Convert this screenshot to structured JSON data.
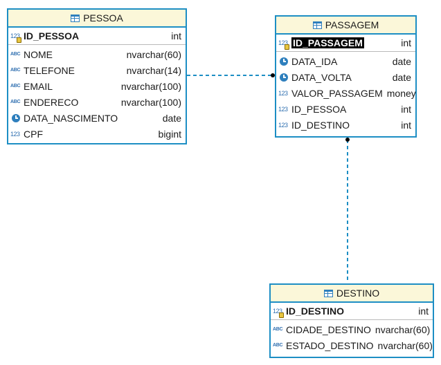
{
  "entities": {
    "pessoa": {
      "title": "PESSOA",
      "pk": {
        "name": "ID_PESSOA",
        "type": "int",
        "icon": "key-number-icon"
      },
      "columns": [
        {
          "name": "NOME",
          "type": "nvarchar(60)",
          "icon": "abc"
        },
        {
          "name": "TELEFONE",
          "type": "nvarchar(14)",
          "icon": "abc"
        },
        {
          "name": "EMAIL",
          "type": "nvarchar(100)",
          "icon": "abc"
        },
        {
          "name": "ENDERECO",
          "type": "nvarchar(100)",
          "icon": "abc"
        },
        {
          "name": "DATA_NASCIMENTO",
          "type": "date",
          "icon": "clock"
        },
        {
          "name": "CPF",
          "type": "bigint",
          "icon": "num"
        }
      ]
    },
    "passagem": {
      "title": "PASSAGEM",
      "pk": {
        "name": "ID_PASSAGEM",
        "type": "int",
        "icon": "key-number-icon"
      },
      "columns": [
        {
          "name": "DATA_IDA",
          "type": "date",
          "icon": "clock"
        },
        {
          "name": "DATA_VOLTA",
          "type": "date",
          "icon": "clock"
        },
        {
          "name": "VALOR_PASSAGEM",
          "type": "money",
          "icon": "num"
        },
        {
          "name": "ID_PESSOA",
          "type": "int",
          "icon": "num"
        },
        {
          "name": "ID_DESTINO",
          "type": "int",
          "icon": "num"
        }
      ]
    },
    "destino": {
      "title": "DESTINO",
      "pk": {
        "name": "ID_DESTINO",
        "type": "int",
        "icon": "key-number-icon"
      },
      "columns": [
        {
          "name": "CIDADE_DESTINO",
          "type": "nvarchar(60)",
          "icon": "abc"
        },
        {
          "name": "ESTADO_DESTINO",
          "type": "nvarchar(60)",
          "icon": "abc"
        }
      ]
    }
  },
  "icon_glyphs": {
    "abc": "ABC",
    "num": "123",
    "key": "123"
  },
  "colors": {
    "border": "#1c8ec4",
    "header_bg": "#fbf7d9",
    "link": "#1c8ec4",
    "icon": "#2e7fbd"
  }
}
